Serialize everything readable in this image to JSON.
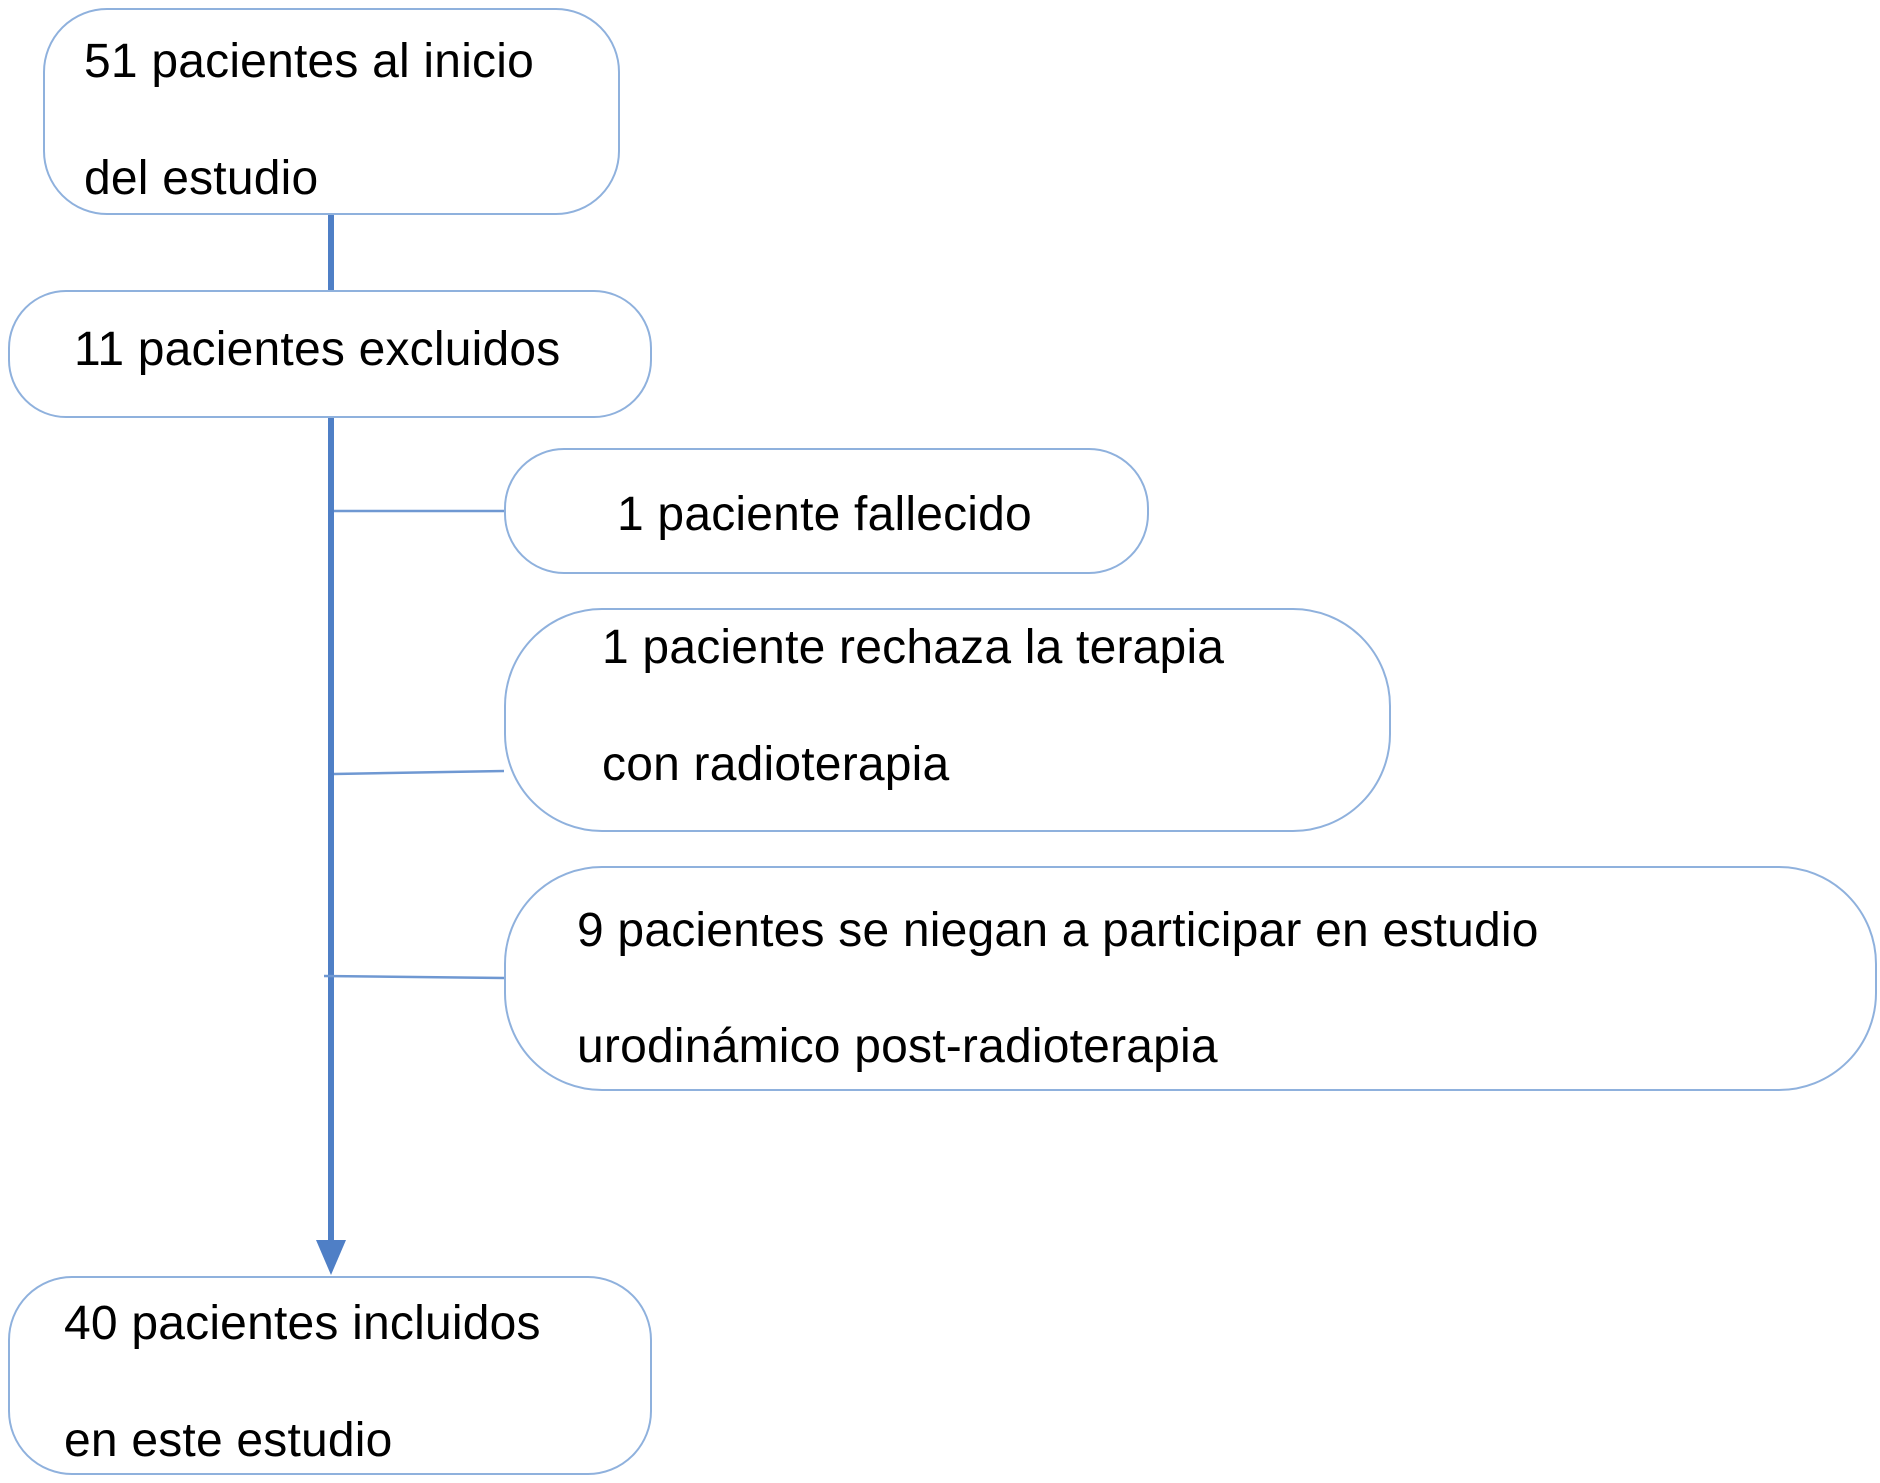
{
  "flowchart": {
    "start": {
      "line1": "51 pacientes al inicio",
      "line2": "del estudio"
    },
    "excluded": {
      "line1": "11 pacientes excluidos"
    },
    "reasons": [
      {
        "line1": "1 paciente fallecido"
      },
      {
        "line1": "1 paciente rechaza la terapia",
        "line2": "con radioterapia"
      },
      {
        "line1": "9 pacientes se niegan a participar en estudio",
        "line2": "urodinámico post-radioterapia"
      }
    ],
    "included": {
      "line1": "40 pacientes incluidos",
      "line2": "en este estudio"
    },
    "colors": {
      "border": "#8fb1dd",
      "arrow": "#4f7fc6",
      "branch": "#6f98d2"
    }
  }
}
